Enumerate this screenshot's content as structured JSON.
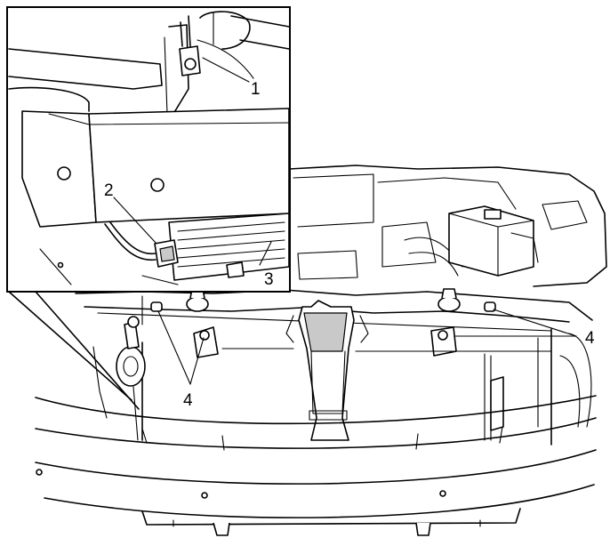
{
  "diagram": {
    "callouts": {
      "c1": "1",
      "c2": "2",
      "c3": "3",
      "c4_left": "4",
      "c4_right": "4"
    },
    "colors": {
      "line": "#000000",
      "shade": "#c9c9c9",
      "background": "#ffffff"
    }
  }
}
